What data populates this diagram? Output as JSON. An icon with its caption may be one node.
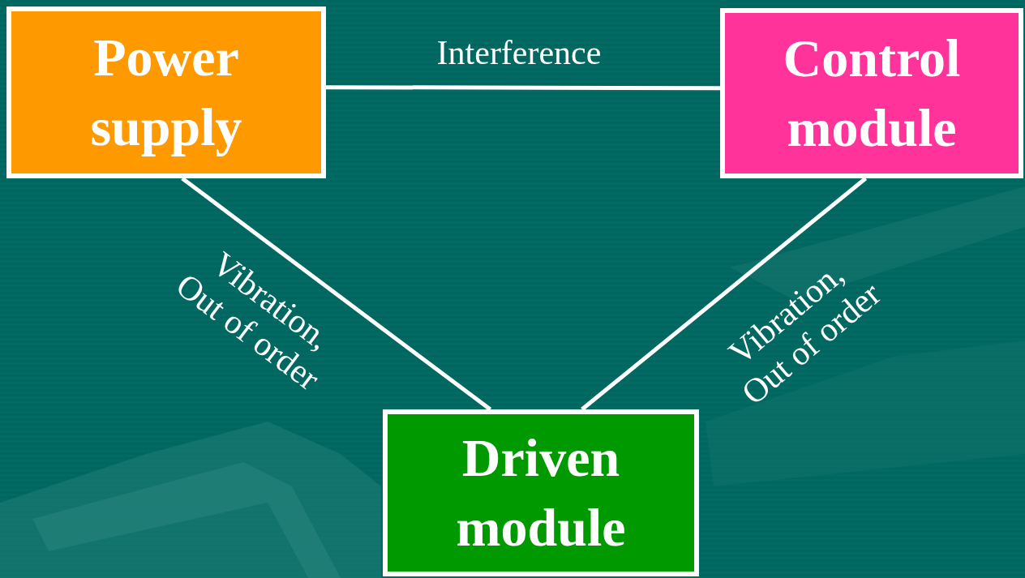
{
  "diagram": {
    "nodes": [
      {
        "text": [
          "Power supply"
        ]
      },
      {
        "text": [
          "Control module"
        ]
      },
      {
        "text": [
          "Driven module"
        ]
      }
    ],
    "edges": [
      {
        "from": 0,
        "to": 1,
        "arrow": "none",
        "label": "Interference"
      },
      {
        "from": 0,
        "to": 2,
        "arrow": "none",
        "label": "Vibration, Out of order"
      },
      {
        "from": 1,
        "to": 2,
        "arrow": "none",
        "label": "Vibration, Out of order"
      }
    ]
  }
}
